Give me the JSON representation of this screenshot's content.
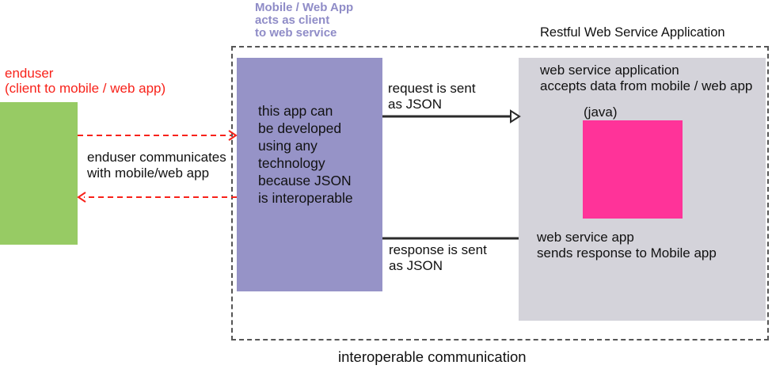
{
  "colors": {
    "green": "#97cb64",
    "purple": "#9693c7",
    "purple_text": "#8f8cc7",
    "gray": "#d4d3da",
    "pink": "#ff3399",
    "red": "#f8221a",
    "black": "#2b2b2b",
    "dashed_border": "#555555"
  },
  "labels": {
    "mobile_header": {
      "lines": [
        "Mobile / Web App",
        "acts as client",
        "to web service"
      ]
    },
    "restful_title": "Restful Web Service Application",
    "enduser": {
      "lines": [
        "enduser",
        "(client to mobile / web app)"
      ]
    },
    "enduser_comm": {
      "lines": [
        "enduser communicates",
        "with mobile/web app"
      ]
    },
    "purple_box": {
      "lines": [
        "this app can",
        "be developed",
        "using any",
        "technology",
        "because JSON",
        "is interoperable"
      ]
    },
    "request": {
      "lines": [
        "request is sent",
        "as JSON"
      ]
    },
    "response": {
      "lines": [
        "response is sent",
        "as JSON"
      ]
    },
    "ws_accepts": {
      "lines": [
        "web service application",
        "accepts data from mobile / web app"
      ]
    },
    "java": "(java)",
    "ws_sends": {
      "lines": [
        "web service app",
        "sends response to Mobile app"
      ]
    },
    "caption": "interoperable communication"
  }
}
